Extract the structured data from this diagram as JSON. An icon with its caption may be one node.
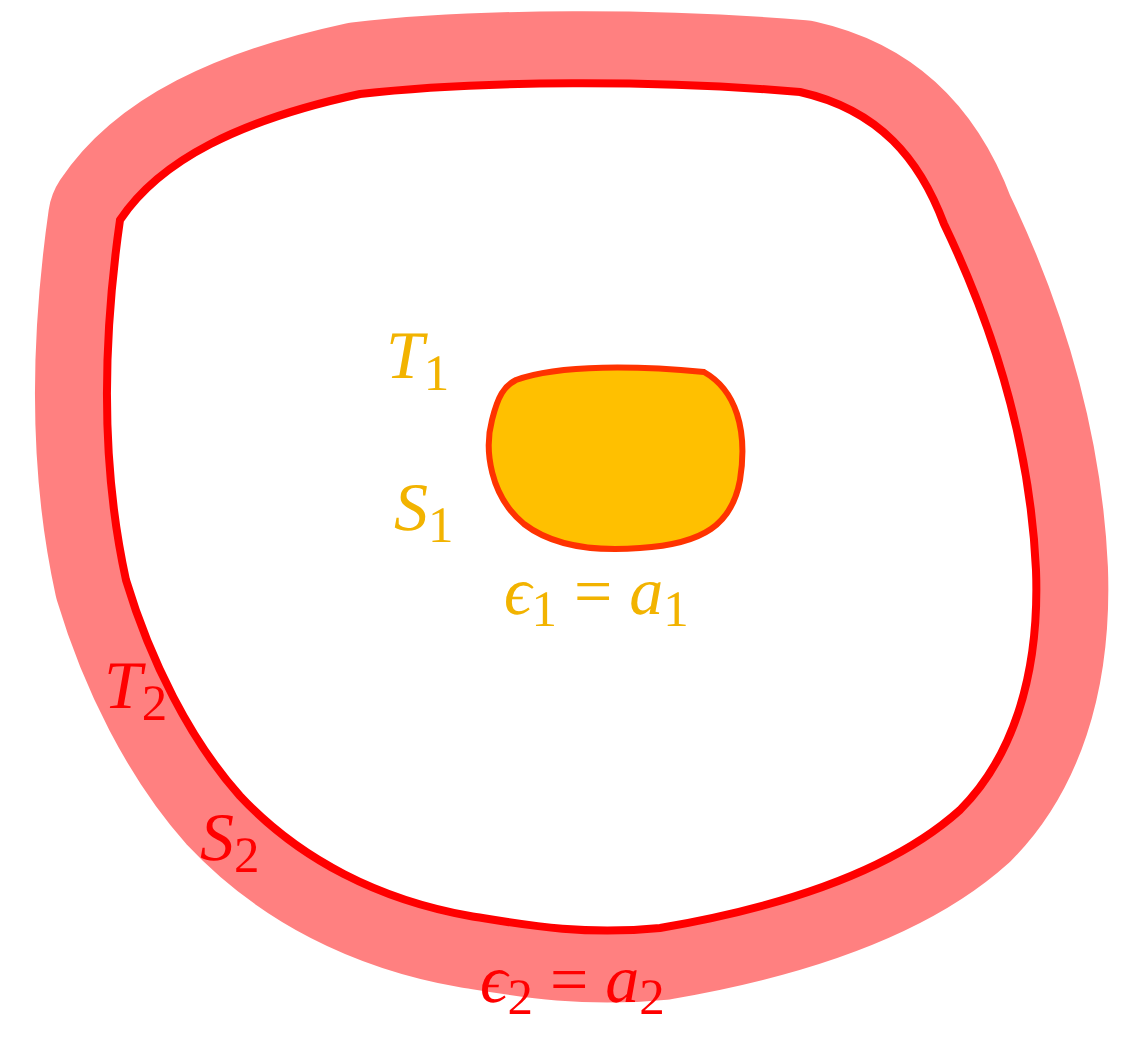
{
  "diagram": {
    "labels": [
      "*T*$_{1}$",
      "*S*$_{1}$",
      "*ϵ*$_{1}$ = *a*$_{1}$",
      "*T*$_{2}$",
      "*S*$_{2}$",
      "*ϵ*$_{2}$ = *a*$_{2}$"
    ]
  }
}
